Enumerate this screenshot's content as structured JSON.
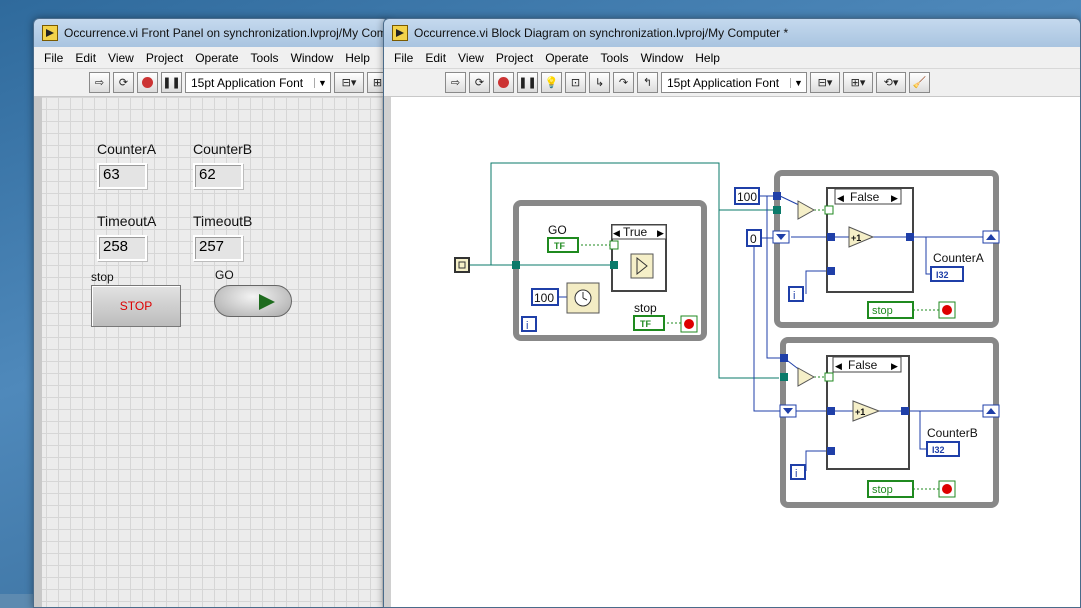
{
  "front_panel": {
    "title": "Occurrence.vi Front Panel on synchronization.lvproj/My Com",
    "menu": [
      "File",
      "Edit",
      "View",
      "Project",
      "Operate",
      "Tools",
      "Window",
      "Help"
    ],
    "font": "15pt Application Font",
    "counterA": {
      "label": "CounterA",
      "value": "63"
    },
    "counterB": {
      "label": "CounterB",
      "value": "62"
    },
    "timeoutA": {
      "label": "TimeoutA",
      "value": "258"
    },
    "timeoutB": {
      "label": "TimeoutB",
      "value": "257"
    },
    "stop": {
      "label": "stop",
      "text": "STOP"
    },
    "go": {
      "label": "GO"
    }
  },
  "block_diagram": {
    "title": "Occurrence.vi Block Diagram on synchronization.lvproj/My Computer *",
    "menu": [
      "File",
      "Edit",
      "View",
      "Project",
      "Operate",
      "Tools",
      "Window",
      "Help"
    ],
    "font": "15pt Application Font",
    "case_true": "True",
    "case_false_a": "False",
    "case_false_b": "False",
    "const_wait": "100",
    "const_timeout": "100",
    "const_zero": "0",
    "go_label": "GO",
    "stop_label": "stop",
    "counterA_label": "CounterA",
    "counterB_label": "CounterB",
    "tf": "TF",
    "i32": "I32",
    "iter": "i",
    "local_stop": "stop",
    "plus_one": "+1"
  }
}
